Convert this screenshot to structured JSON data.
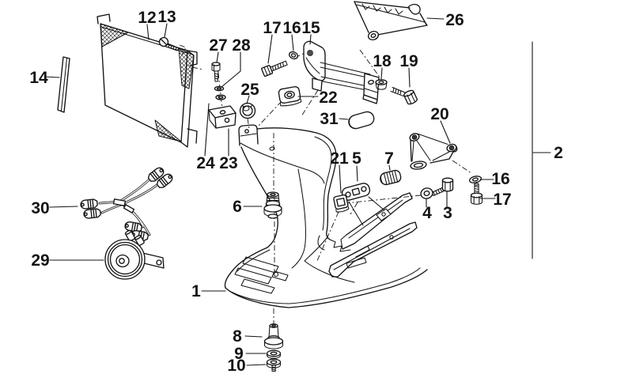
{
  "diagram": {
    "kind": "exploded-parts-diagram",
    "subject": "front-spoiler-oil-cooler-horn-assembly",
    "background_color": "#ffffff",
    "line_color": "#141414",
    "labels": [
      {
        "text": "12"
      },
      {
        "text": "13"
      },
      {
        "text": "14"
      },
      {
        "text": "27"
      },
      {
        "text": "28"
      },
      {
        "text": "17"
      },
      {
        "text": "16"
      },
      {
        "text": "15"
      },
      {
        "text": "26"
      },
      {
        "text": "18"
      },
      {
        "text": "19"
      },
      {
        "text": "25"
      },
      {
        "text": "22"
      },
      {
        "text": "31"
      },
      {
        "text": "20"
      },
      {
        "text": "2"
      },
      {
        "text": "24"
      },
      {
        "text": "23"
      },
      {
        "text": "21"
      },
      {
        "text": "5"
      },
      {
        "text": "7"
      },
      {
        "text": "16"
      },
      {
        "text": "17"
      },
      {
        "text": "30"
      },
      {
        "text": "6"
      },
      {
        "text": "4"
      },
      {
        "text": "3"
      },
      {
        "text": "29"
      },
      {
        "text": "1"
      },
      {
        "text": "8"
      },
      {
        "text": "9"
      },
      {
        "text": "10"
      }
    ]
  }
}
